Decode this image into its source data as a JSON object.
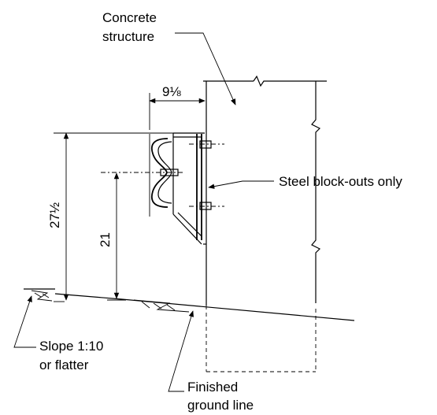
{
  "labels": {
    "concrete_line1": "Concrete",
    "concrete_line2": "structure",
    "steel_blockouts": "Steel block-outs only",
    "slope_line1": "Slope 1:10",
    "slope_line2": "or flatter",
    "finished_line1": "Finished",
    "finished_line2": "ground line"
  },
  "dimensions": {
    "offset": "9⅛",
    "height_total": "27½",
    "height_rail": "21"
  }
}
